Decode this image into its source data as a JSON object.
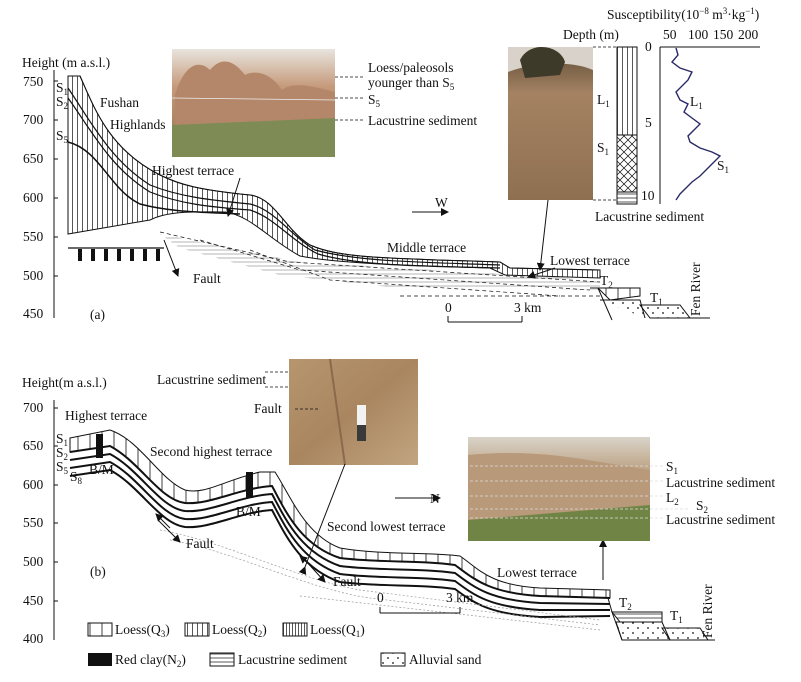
{
  "panel_a": {
    "label": "(a)",
    "y_axis_title": "Height (m a.s.l.)",
    "y_ticks": [
      "750",
      "700",
      "650",
      "600",
      "550",
      "500",
      "450"
    ],
    "soil_labels": [
      "S",
      "S",
      "S"
    ],
    "soil_subs": [
      "1",
      "2",
      "5"
    ],
    "place_name": "Fushan",
    "place_name2": "Highlands",
    "highest_terrace": "Highest terrace",
    "middle_terrace": "Middle terrace",
    "lowest_terrace": "Lowest terrace",
    "t2": "T",
    "t2_sub": "2",
    "t1": "T",
    "t1_sub": "1",
    "fault": "Fault",
    "direction": "W",
    "river": "Fen River",
    "scale_0": "0",
    "scale_3": "3 km",
    "photo_labels": {
      "line1": "Loess/paleosols",
      "line2": "younger than S",
      "line2_sub": "5",
      "s5": "S",
      "s5_sub": "5",
      "lacustrine": "Lacustrine sediment"
    },
    "column": {
      "depth_title": "Depth (m)",
      "depth_ticks": [
        "0",
        "5",
        "10"
      ],
      "L1": "L",
      "L1_sub": "1",
      "S1": "S",
      "S1_sub": "1",
      "bottom_label": "Lacustrine sediment"
    },
    "susceptibility": {
      "title": "Susceptibility(10",
      "title_exp": "−8",
      "title_rest": " m",
      "title_exp2": "3",
      "title_rest2": "·kg",
      "title_exp3": "−1",
      "title_end": ")",
      "ticks": [
        "50",
        "100",
        "150",
        "200"
      ],
      "L1": "L",
      "L1_sub": "1",
      "S1": "S",
      "S1_sub": "1"
    }
  },
  "panel_b": {
    "label": "(b)",
    "y_axis_title": "Height(m a.s.l.)",
    "y_ticks": [
      "700",
      "650",
      "600",
      "550",
      "500",
      "450",
      "400"
    ],
    "soil_labels": [
      "S",
      "S",
      "S",
      "S"
    ],
    "soil_subs": [
      "1",
      "2",
      "5",
      "8"
    ],
    "highest_terrace": "Highest terrace",
    "second_highest": "Second highest terrace",
    "second_lowest": "Second lowest terrace",
    "lowest_terrace": "Lowest terrace",
    "bm": "B/M",
    "fault": "Fault",
    "direction": "N",
    "river": "Fen River",
    "t2": "T",
    "t2_sub": "2",
    "t1": "T",
    "t1_sub": "1",
    "scale_0": "0",
    "scale_3": "3 km",
    "photo1_labels": {
      "lacustrine": "Lacustrine sediment",
      "fault": "Fault"
    },
    "photo2_labels": {
      "s1": "S",
      "s1_sub": "1",
      "lac1": "Lacustrine sediment",
      "l2": "L",
      "l2_sub": "2",
      "s2": "S",
      "s2_sub": "2",
      "lac2": "Lacustrine sediment"
    }
  },
  "legend": {
    "items": [
      {
        "label": "Loess(Q",
        "sub": "3",
        "end": ")"
      },
      {
        "label": "Loess(Q",
        "sub": "2",
        "end": ")"
      },
      {
        "label": "Loess(Q",
        "sub": "1",
        "end": ")"
      },
      {
        "label": "Red clay(N",
        "sub": "2",
        "end": ")"
      },
      {
        "label": "Lacustrine sediment",
        "sub": "",
        "end": ""
      },
      {
        "label": "Alluvial sand",
        "sub": "",
        "end": ""
      }
    ]
  },
  "colors": {
    "ink": "#111111",
    "photo_sky": "#e6e2dc",
    "photo_rock": "#b98c68",
    "photo_dark": "#8b6b4e",
    "photo_green": "#7f8d55",
    "column_fill": "#ffffff"
  }
}
